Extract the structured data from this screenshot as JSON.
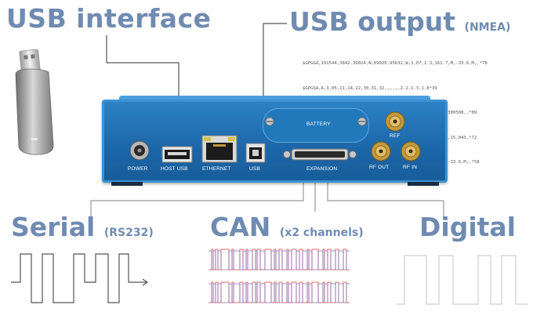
{
  "headings": {
    "usb_interface": "USB interface",
    "usb_output": "USB output",
    "usb_output_sub": "(NMEA)",
    "serial": "Serial",
    "serial_sub": "(RS232)",
    "can": "CAN",
    "can_sub": "(x2 channels)",
    "digital": "Digital"
  },
  "nmea_lines": [
    "$GPGGA,191544,3842.36024,N,09026.95632,W,1,07,1.3,161.7,M,-33.6,M,,*78",
    "$GPGSA,A,3,05,11,14,22,30,31,32,,,,,,2.2,1.3,1.8*39",
    "$GPRMC,191544,A,3842.36024,N,09026.95632,W,195.2,341.5,300508,,*09",
    "$GPGSV,3,2,09,30,35,077,44,05,24,054,37,11,17,288,48,12,15,043,*72",
    "$GPGGA,191545,3842.41170,N,09026.97834,W,1,08,,293.9,M,-33.6,M,,*58"
  ],
  "device": {
    "ports": {
      "power": "POWER",
      "host_usb": "HOST USB",
      "ethernet": "ETHERNET",
      "usb": "USB",
      "expansion": "EXPANSION",
      "battery": "BATTERY",
      "ref": "REF",
      "rf_out": "RF OUT",
      "rf_in": "RF IN"
    }
  },
  "colors": {
    "heading": "#6f8bb1",
    "device_blue": "#1f6fb3",
    "can_red": "#e06a6a",
    "can_purple": "#8a6fb3",
    "wave_gray": "#555555"
  },
  "icons": {
    "usb_stick": "usb-stick-icon"
  }
}
